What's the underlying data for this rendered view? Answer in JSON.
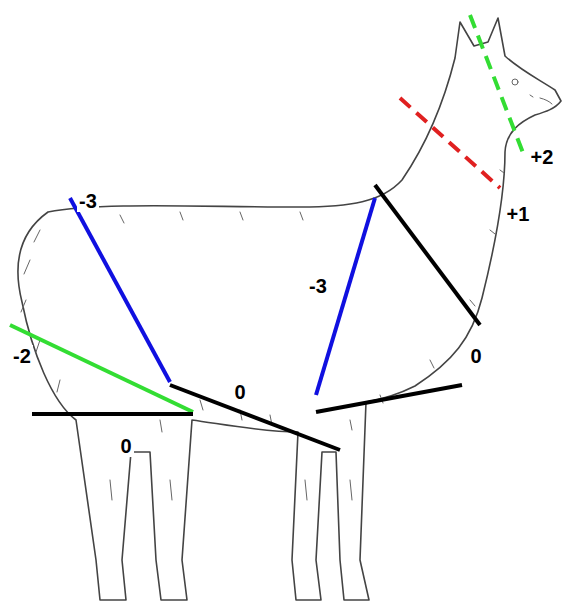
{
  "diagram": {
    "labels": [
      "+2",
      "-3",
      "+1",
      "-3",
      "0",
      "-2",
      "0",
      "0"
    ]
  }
}
